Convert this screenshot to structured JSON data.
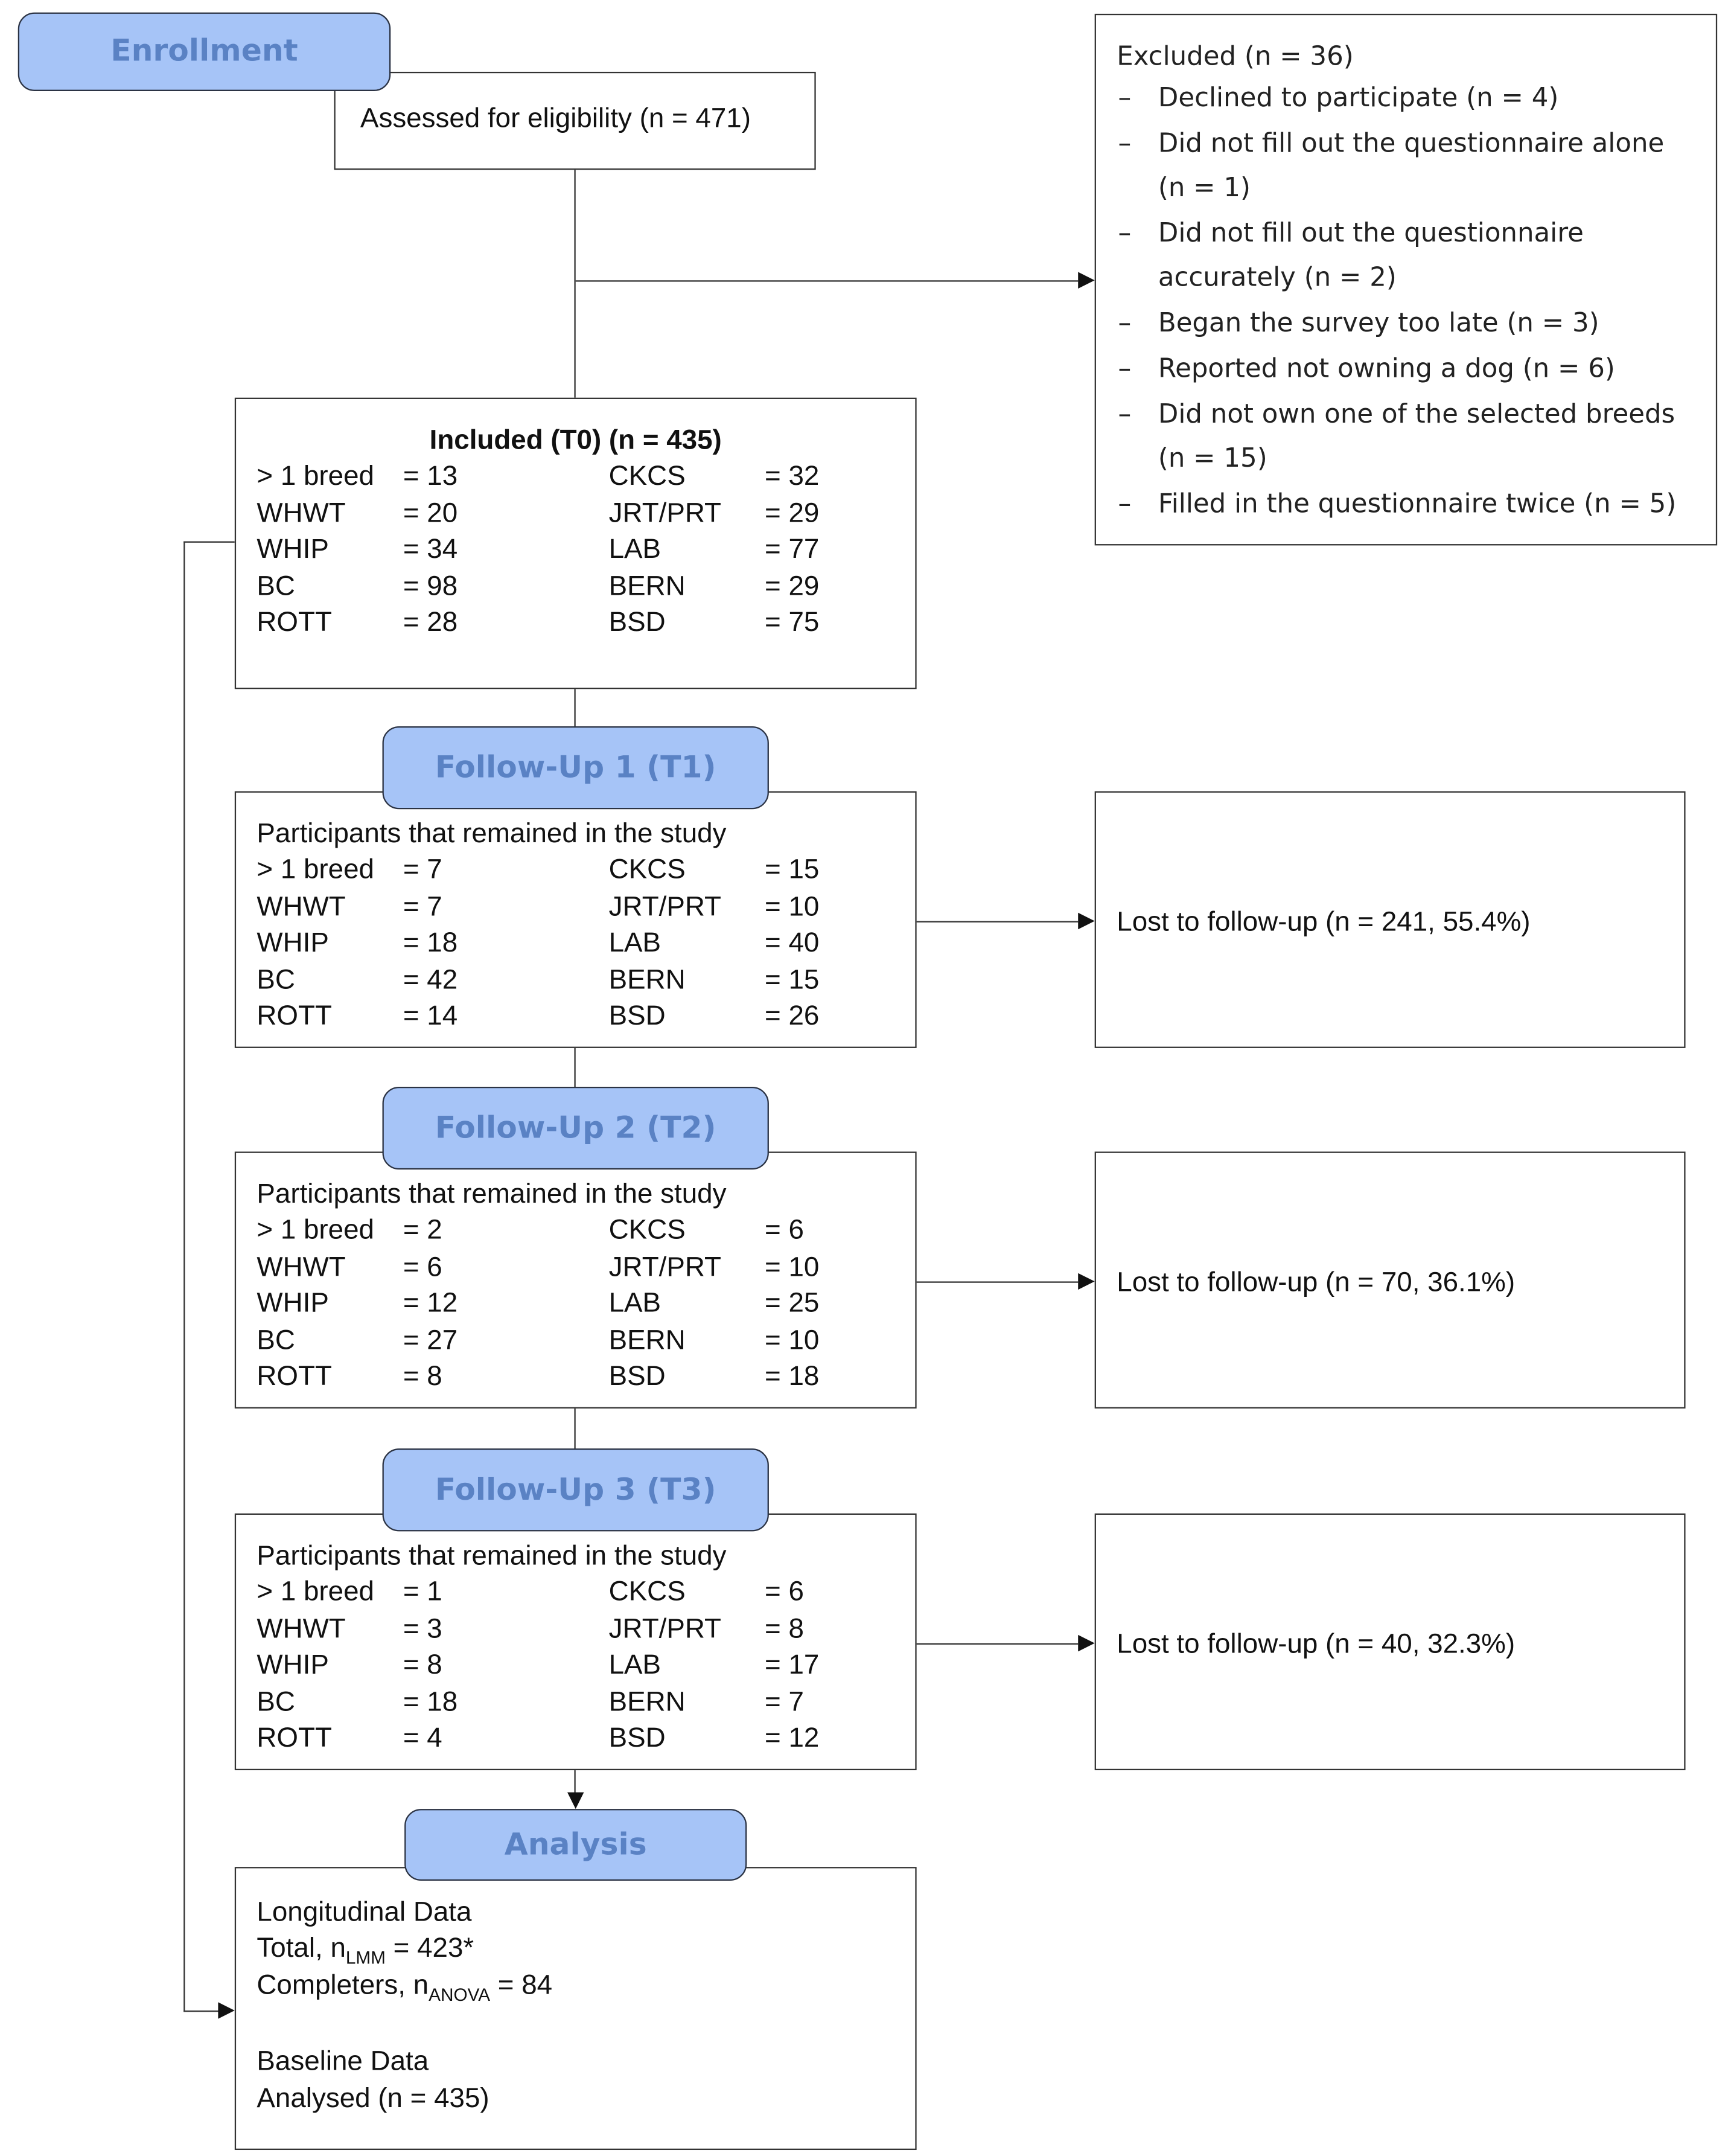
{
  "headers": {
    "enrollment": "Enrollment",
    "followup1": "Follow-Up 1 (T1)",
    "followup2": "Follow-Up 2 (T2)",
    "followup3": "Follow-Up 3 (T3)",
    "analysis": "Analysis"
  },
  "assessed": "Assessed for eligibility (n = 471)",
  "excluded": {
    "title": "Excluded  (n = 36)",
    "items": [
      [
        "Declined to participate (n = 4)"
      ],
      [
        "Did not fill out the questionnaire alone",
        "(n = 1)"
      ],
      [
        "Did not fill out the questionnaire",
        "accurately (n = 2)"
      ],
      [
        "Began the survey too late (n = 3)"
      ],
      [
        "Reported not owning a dog (n = 6)"
      ],
      [
        "Did not own one of the selected breeds",
        "(n = 15)"
      ],
      [
        "Filled in the questionnaire twice (n = 5)"
      ]
    ],
    "bullet": "–"
  },
  "stages": [
    {
      "title": "Included (T0) (n = 435)",
      "rows": [
        [
          "> 1 breed",
          "= 13",
          "CKCS",
          "= 32"
        ],
        [
          "WHWT",
          "= 20",
          "JRT/PRT",
          "= 29"
        ],
        [
          "WHIP",
          "= 34",
          "LAB",
          "= 77"
        ],
        [
          "BC",
          "= 98",
          "BERN",
          "= 29"
        ],
        [
          "ROTT",
          "= 28",
          "BSD",
          "= 75"
        ]
      ]
    },
    {
      "title": "Participants that remained in the study",
      "lost": "Lost to follow-up (n = 241, 55.4%)",
      "rows": [
        [
          "> 1 breed",
          "= 7",
          "CKCS",
          "= 15"
        ],
        [
          "WHWT",
          "= 7",
          "JRT/PRT",
          "= 10"
        ],
        [
          "WHIP",
          "= 18",
          "LAB",
          "= 40"
        ],
        [
          "BC",
          "= 42",
          "BERN",
          "= 15"
        ],
        [
          "ROTT",
          "= 14",
          "BSD",
          "= 26"
        ]
      ]
    },
    {
      "title": "Participants that remained in the study",
      "lost": "Lost to follow-up (n = 70, 36.1%)",
      "rows": [
        [
          "> 1 breed",
          "= 2",
          "CKCS",
          "= 6"
        ],
        [
          "WHWT",
          "= 6",
          "JRT/PRT",
          "= 10"
        ],
        [
          "WHIP",
          "= 12",
          "LAB",
          "= 25"
        ],
        [
          "BC",
          "= 27",
          "BERN",
          "= 10"
        ],
        [
          "ROTT",
          "= 8",
          "BSD",
          "= 18"
        ]
      ]
    },
    {
      "title": "Participants that remained in the study",
      "lost": "Lost to follow-up (n = 40, 32.3%)",
      "rows": [
        [
          "> 1 breed",
          "= 1",
          "CKCS",
          "= 6"
        ],
        [
          "WHWT",
          "= 3",
          "JRT/PRT",
          "= 8"
        ],
        [
          "WHIP",
          "= 8",
          "LAB",
          "= 17"
        ],
        [
          "BC",
          "= 18",
          "BERN",
          "= 7"
        ],
        [
          "ROTT",
          "= 4",
          "BSD",
          "= 12"
        ]
      ]
    }
  ],
  "analysis": {
    "longitudinal": "Longitudinal Data",
    "total_prefix": "Total, n",
    "total_sub": "LMM",
    "total_suffix": " = 423*",
    "completers_prefix": "Completers, n",
    "completers_sub": "ANOVA",
    "completers_suffix": " = 84",
    "baseline": "Baseline Data",
    "analysed": "Analysed  (n = 435)"
  }
}
